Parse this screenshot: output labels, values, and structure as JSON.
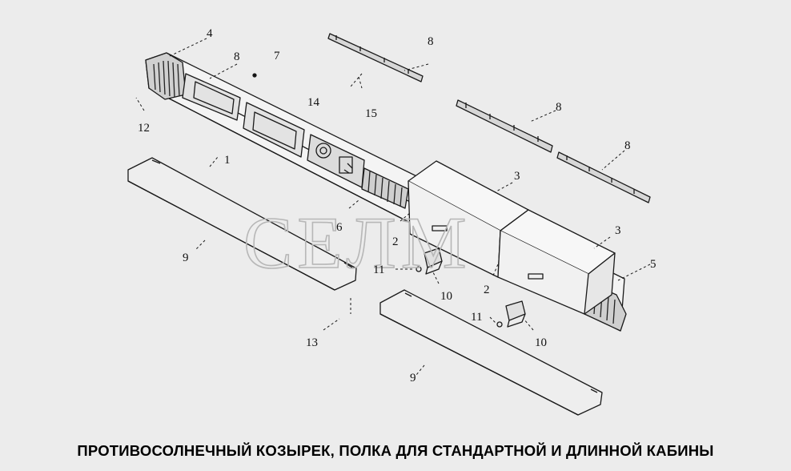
{
  "figure": {
    "caption": "ПРОТИВОСОЛНЕЧНЫЙ КОЗЫРЕК, ПОЛКА ДЛЯ СТАНДАРТНОЙ И ДЛИННОЙ КАБИНЫ",
    "watermark": "СЕЛМ"
  },
  "callouts": {
    "c1": "1",
    "c2a": "2",
    "c2b": "2",
    "c3a": "3",
    "c3b": "3",
    "c4": "4",
    "c5": "5",
    "c6": "6",
    "c7": "7",
    "c8a": "8",
    "c8b": "8",
    "c8c": "8",
    "c8d": "8",
    "c9a": "9",
    "c9b": "9",
    "c10a": "10",
    "c10b": "10",
    "c11a": "11",
    "c11b": "11",
    "c12": "12",
    "c13": "13",
    "c14": "14",
    "c15": "15"
  },
  "colors": {
    "background": "#ececec",
    "line": "#1a1a1a",
    "watermark": "#b7b7b7"
  }
}
